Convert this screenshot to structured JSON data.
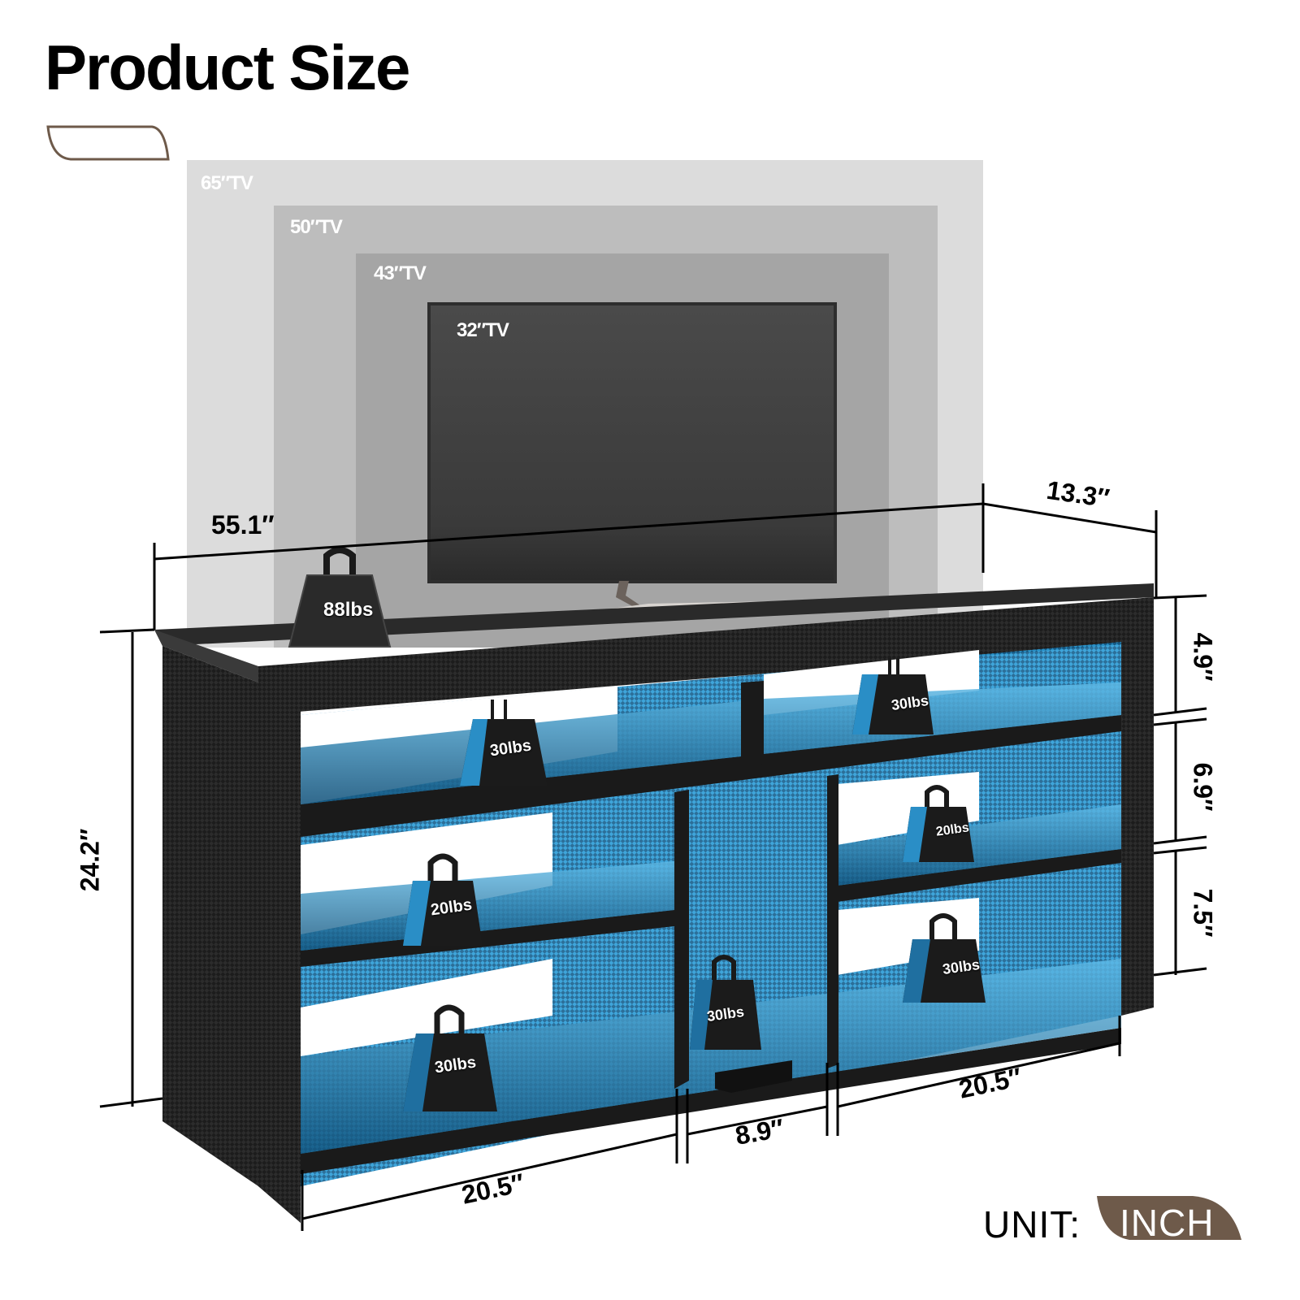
{
  "header": {
    "title": "Product Size"
  },
  "tv_sizes": [
    {
      "label": "65″TV",
      "color": "#dcdcdc"
    },
    {
      "label": "50″TV",
      "color": "#bdbdbd"
    },
    {
      "label": "43″TV",
      "color": "#a5a5a5"
    },
    {
      "label": "32″TV",
      "color": "#444444"
    }
  ],
  "dimensions": {
    "width": "55.1″",
    "depth": "13.3″",
    "height": "24.2″",
    "top_gap": "4.9″",
    "mid_gap": "6.9″",
    "bottom_gap": "7.5″",
    "left_section": "20.5″",
    "center_section": "8.9″",
    "right_section": "20.5″"
  },
  "weights": {
    "top": "88lbs",
    "upper_left": "30lbs",
    "upper_right": "30lbs",
    "mid_left": "20lbs",
    "mid_right": "20lbs",
    "bottom_left": "30lbs",
    "bottom_center": "30lbs",
    "bottom_right": "30lbs"
  },
  "unit": {
    "label": "UNIT:",
    "value": "INCH",
    "badge_color": "#6e5a4a"
  },
  "colors": {
    "accent_brown": "#6e5a4a",
    "led_blue": "#1f8fc8",
    "cabinet_black": "#1e1e1e"
  }
}
